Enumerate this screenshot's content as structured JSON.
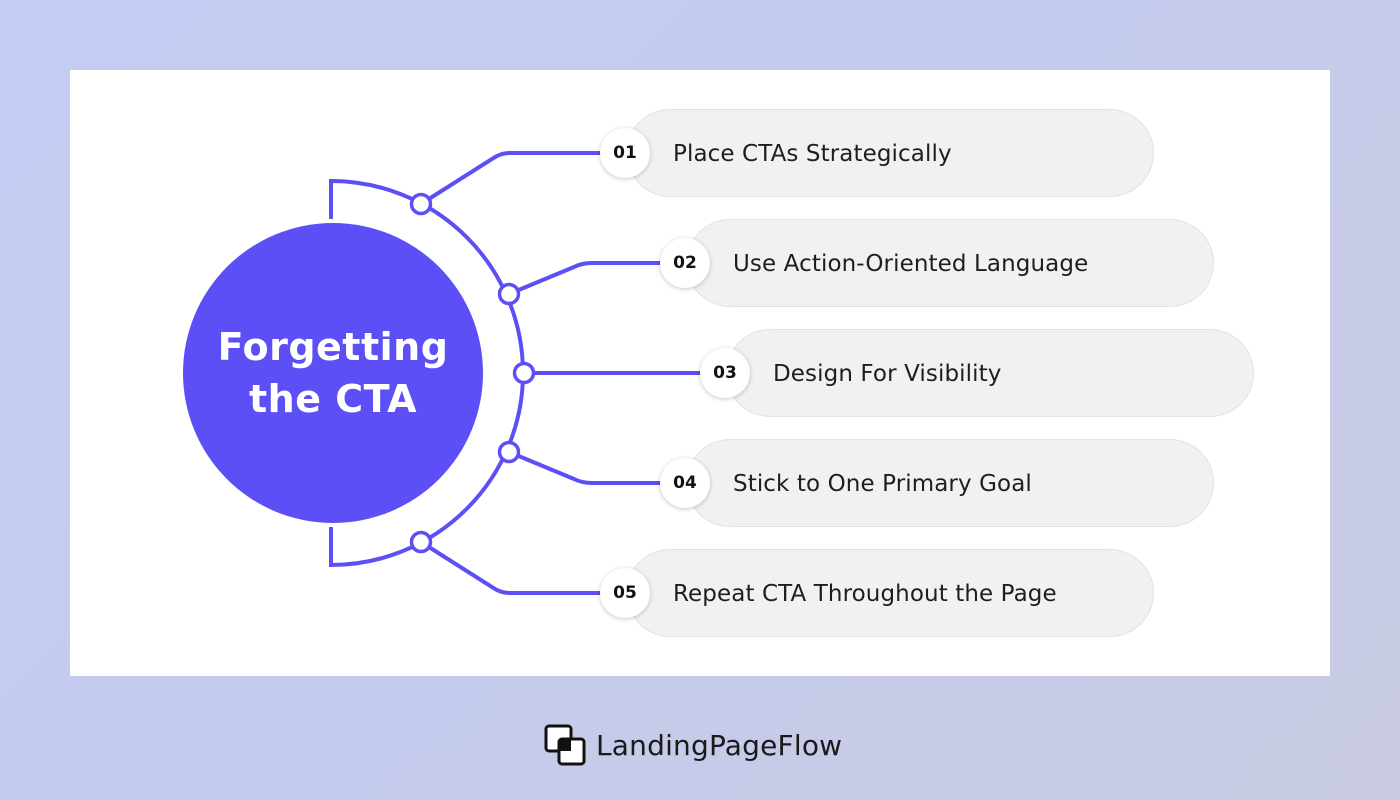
{
  "hub": {
    "title": "Forgetting the CTA"
  },
  "items": [
    {
      "number": "01",
      "label": "Place CTAs Strategically"
    },
    {
      "number": "02",
      "label": "Use Action-Oriented Language"
    },
    {
      "number": "03",
      "label": "Design For Visibility"
    },
    {
      "number": "04",
      "label": "Stick to One Primary Goal"
    },
    {
      "number": "05",
      "label": "Repeat CTA Throughout the Page"
    }
  ],
  "brand": {
    "name": "LandingPageFlow",
    "icon": "overlapping-squares-logo"
  },
  "colors": {
    "accent": "#5b4ff5",
    "pill": "#f1f1f1",
    "card": "#ffffff",
    "background": "#c4cbee"
  }
}
